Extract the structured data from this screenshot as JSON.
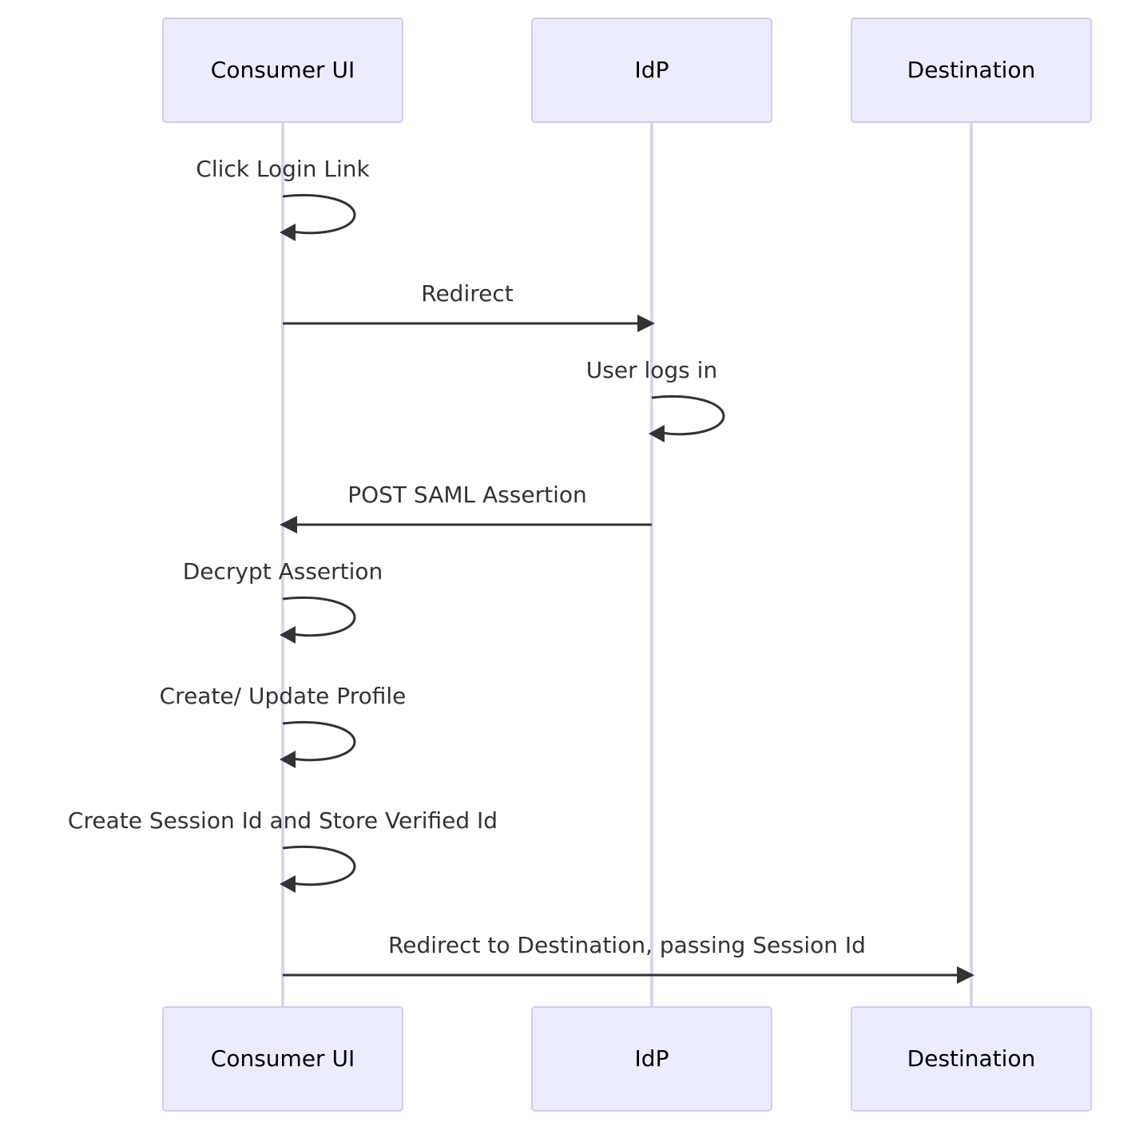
{
  "participants": [
    {
      "id": "consumer",
      "label": "Consumer UI"
    },
    {
      "id": "idp",
      "label": "IdP"
    },
    {
      "id": "destination",
      "label": "Destination"
    }
  ],
  "messages": [
    {
      "from": "consumer",
      "to": "consumer",
      "label": "Click Login Link"
    },
    {
      "from": "consumer",
      "to": "idp",
      "label": "Redirect"
    },
    {
      "from": "idp",
      "to": "idp",
      "label": "User logs in"
    },
    {
      "from": "idp",
      "to": "consumer",
      "label": "POST SAML Assertion"
    },
    {
      "from": "consumer",
      "to": "consumer",
      "label": "Decrypt Assertion"
    },
    {
      "from": "consumer",
      "to": "consumer",
      "label": "Create/ Update Profile"
    },
    {
      "from": "consumer",
      "to": "consumer",
      "label": "Create Session Id and Store Verified Id"
    },
    {
      "from": "consumer",
      "to": "destination",
      "label": "Redirect to Destination, passing Session Id"
    }
  ],
  "colors": {
    "actor_fill": "#ececff",
    "actor_border": "#cdcdf5",
    "lifeline": "#d9d5f0",
    "message": "#333333"
  }
}
